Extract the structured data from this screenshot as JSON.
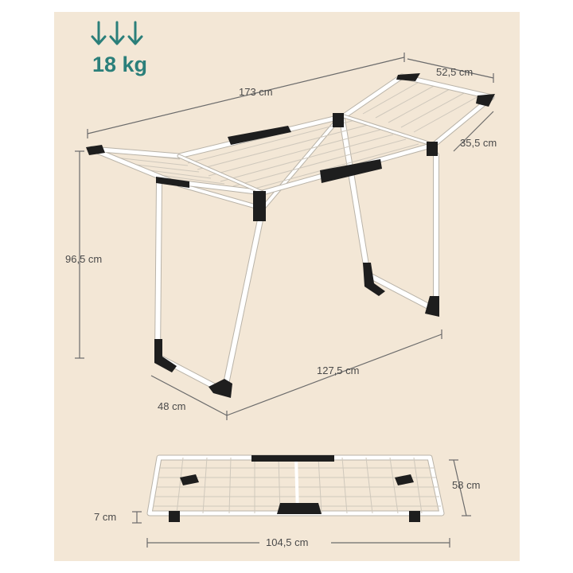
{
  "weight": {
    "label": "18 kg",
    "color": "#2b7f7a",
    "icon": "three-down-arrows-icon"
  },
  "dimensions": {
    "length_open": "173 cm",
    "width_top": "52,5 cm",
    "wing_depth": "35,5 cm",
    "height": "96,5 cm",
    "base_length": "127,5 cm",
    "base_width": "48 cm",
    "folded_depth": "58 cm",
    "folded_thickness": "7 cm",
    "folded_length": "104,5 cm"
  },
  "colors": {
    "background": "#f3e7d6",
    "frame": "#ffffff",
    "parts": "#1e1e1e"
  }
}
